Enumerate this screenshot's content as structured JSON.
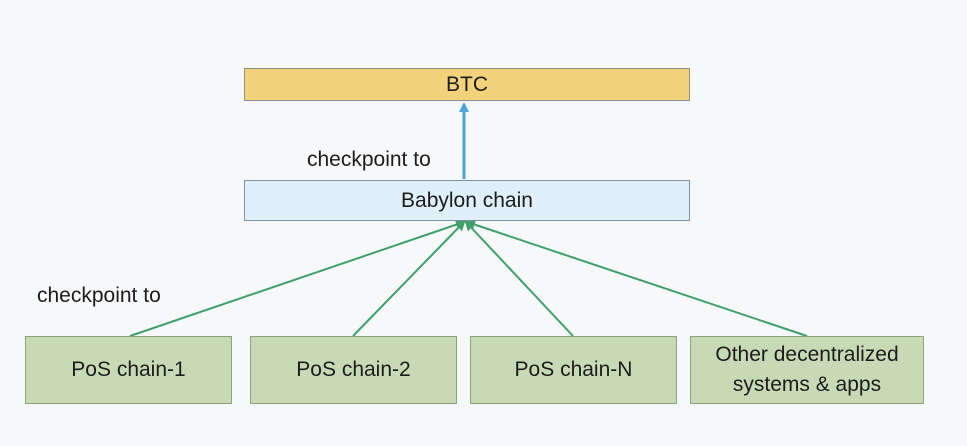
{
  "nodes": {
    "btc": "BTC",
    "babylon": "Babylon chain",
    "pos_1": "PoS chain-1",
    "pos_2": "PoS chain-2",
    "pos_n": "PoS chain-N",
    "other": "Other decentralized\nsystems & apps"
  },
  "edge_labels": {
    "babylon_to_btc": "checkpoint to",
    "chains_to_babylon": "checkpoint to"
  },
  "colors": {
    "btc_fill": "#f2d27a",
    "babylon_fill": "#dff0fa",
    "chain_fill": "#c8dab5",
    "blue_arrow": "#4fa3dc",
    "green_arrow": "#3fa06a"
  }
}
